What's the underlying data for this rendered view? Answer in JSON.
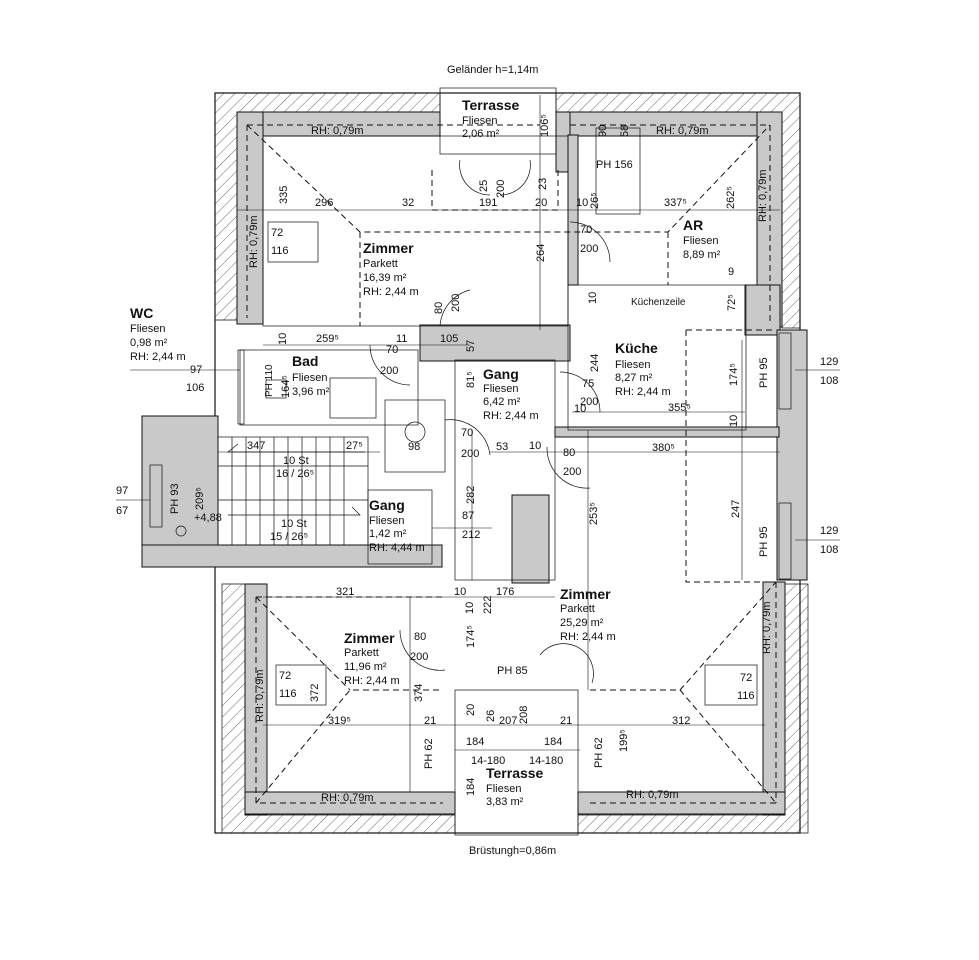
{
  "notes": {
    "top": "Geländer h=1,14m",
    "bottom": "Brüstungh=0,86m",
    "kuechenzeile": "Küchenzeile"
  },
  "rooms": {
    "terrasse_top": {
      "name": "Terrasse",
      "floor": "Fliesen",
      "area": "2,06 m²"
    },
    "zimmer_nw": {
      "name": "Zimmer",
      "floor": "Parkett",
      "area": "16,39 m²",
      "rh": "RH: 2,44 m"
    },
    "ar": {
      "name": "AR",
      "floor": "Fliesen",
      "area": "8,89 m²"
    },
    "wc": {
      "name": "WC",
      "floor": "Fliesen",
      "area": "0,98 m²",
      "rh": "RH: 2,44 m"
    },
    "bad": {
      "name": "Bad",
      "floor": "Fliesen",
      "area": "3,96 m²"
    },
    "gang_mid": {
      "name": "Gang",
      "floor": "Fliesen",
      "area": "6,42 m²",
      "rh": "RH: 2,44 m"
    },
    "kueche": {
      "name": "Küche",
      "floor": "Fliesen",
      "area": "8,27 m²",
      "rh": "RH: 2,44 m"
    },
    "gang_low": {
      "name": "Gang",
      "floor": "Fliesen",
      "area": "1,42 m²",
      "rh": "RH: 4,44 m"
    },
    "zimmer_se": {
      "name": "Zimmer",
      "floor": "Parkett",
      "area": "25,29 m²",
      "rh": "RH: 2,44 m"
    },
    "zimmer_sw": {
      "name": "Zimmer",
      "floor": "Parkett",
      "area": "11,96 m²",
      "rh": "RH: 2,44 m"
    },
    "terrasse_bottom": {
      "name": "Terrasse",
      "floor": "Fliesen",
      "area": "3,83 m²"
    }
  },
  "rh_labels": {
    "nw_top": "RH: 0,79m",
    "ne_top": "RH: 0,79m",
    "nw_left": "RH: 0,79m",
    "ne_right": "RH: 0,79m",
    "sw_left": "RH: 0,79m",
    "se_right": "RH: 0,79m",
    "sw_bottom": "RH: 0,79m",
    "se_bottom": "RH: 0,79m"
  },
  "stairs": {
    "upper": {
      "steps": "10 St",
      "ratio": "16 / 26⁵"
    },
    "lower": {
      "steps": "10 St",
      "ratio": "15 / 26⁵"
    },
    "level": "+4,88"
  },
  "ph": {
    "ph156": "PH 156",
    "ph93": "PH 93",
    "ph95_a": "PH 95",
    "ph95_b": "PH 95",
    "ph85": "PH 85",
    "ph62_a": "PH 62",
    "ph62_b": "PH 62",
    "ph110": "PH 110"
  },
  "windows": {
    "w1": {
      "a": "72",
      "b": "116"
    },
    "w2": {
      "a": "72",
      "b": "116"
    },
    "w3": {
      "a": "72",
      "b": "116"
    },
    "fr_97_106": {
      "a": "97",
      "b": "106"
    },
    "fr_129_108_a": {
      "a": "129",
      "b": "108"
    },
    "fr_129_108_b": {
      "a": "129",
      "b": "108"
    },
    "fr_97_67": {
      "a": "97",
      "b": "67"
    }
  },
  "dims": {
    "d335": "335",
    "d296": "296",
    "d32": "32",
    "d191": "191",
    "d20a": "20",
    "d10a": "10",
    "d26a": "26⁵",
    "d337": "337⁵",
    "d262": "262⁵",
    "d106": "106⁵",
    "d23": "23",
    "d25": "25",
    "d200a": "200",
    "d264": "264",
    "d90": "90",
    "d58": "58",
    "d70a": "70",
    "d200b": "200",
    "d9": "9",
    "d10b": "10",
    "d72": "72⁵",
    "d80a": "80",
    "d200c": "200",
    "d259": "259⁵",
    "d105": "105",
    "d10c": "10",
    "d11": "11",
    "d70b": "70",
    "d200d": "200",
    "d57": "57",
    "d81": "81⁵",
    "d164": "164⁵",
    "d244": "244",
    "d75": "75",
    "d200e": "200",
    "d10d": "10",
    "d355": "355⁵",
    "d174a": "174⁵",
    "d10e": "10",
    "d347": "347",
    "d27": "27⁵",
    "d98": "98",
    "d70c": "70",
    "d200f": "200",
    "d53": "53",
    "d10f": "10",
    "d380": "380⁵",
    "d80b": "80",
    "d200g": "200",
    "d209": "209⁵",
    "d282": "282",
    "d87": "87",
    "d212": "212",
    "d253": "253⁵",
    "d247": "247",
    "d321": "321",
    "d10g": "10",
    "d10h": "10",
    "d176": "176",
    "d222": "222",
    "d174b": "174⁵",
    "d80c": "80",
    "d200h": "200",
    "d372": "372",
    "d374": "374",
    "d319": "319⁵",
    "d21a": "21",
    "d20b": "20",
    "d26b": "26",
    "d207": "207",
    "d208": "208",
    "d21b": "21",
    "d312": "312",
    "d184a": "184",
    "d184b": "184",
    "d184c": "184",
    "d199": "199⁵",
    "d14a": "14-180",
    "d14b": "14-180"
  }
}
